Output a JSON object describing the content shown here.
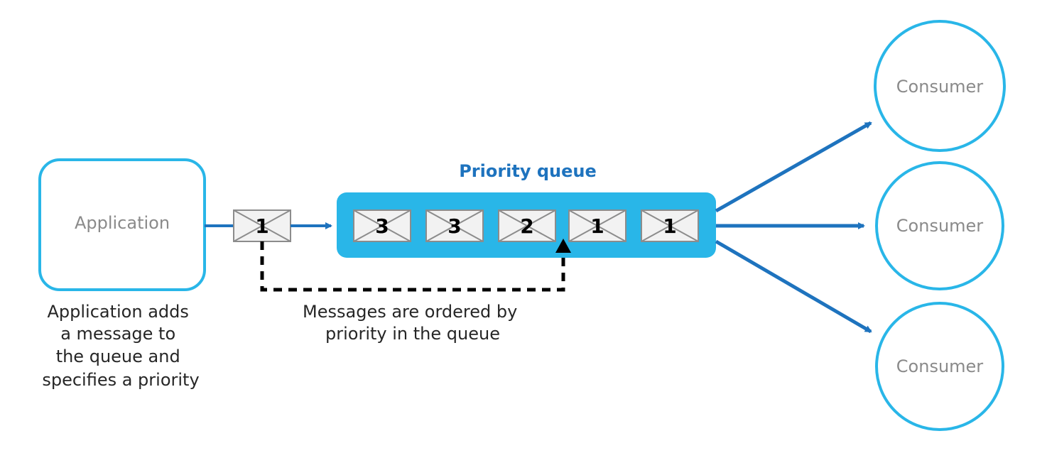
{
  "application": {
    "label": "Application",
    "caption_lines": [
      "Application adds",
      "a message to",
      "the queue and",
      "specifies a priority"
    ]
  },
  "incoming_message": {
    "priority": "1"
  },
  "queue": {
    "title": "Priority queue",
    "messages": [
      "3",
      "3",
      "2",
      "1",
      "1"
    ],
    "ordering_caption_lines": [
      "Messages are ordered by",
      "priority in the queue"
    ]
  },
  "consumers": [
    {
      "label": "Consumer"
    },
    {
      "label": "Consumer"
    },
    {
      "label": "Consumer"
    }
  ],
  "colors": {
    "outline": "#29b6e8",
    "queue_fill": "#29b6e8",
    "arrow": "#1e73be",
    "title": "#1e73be",
    "envelope_fill": "#f2f2f2",
    "envelope_stroke": "#8c8c8c"
  }
}
